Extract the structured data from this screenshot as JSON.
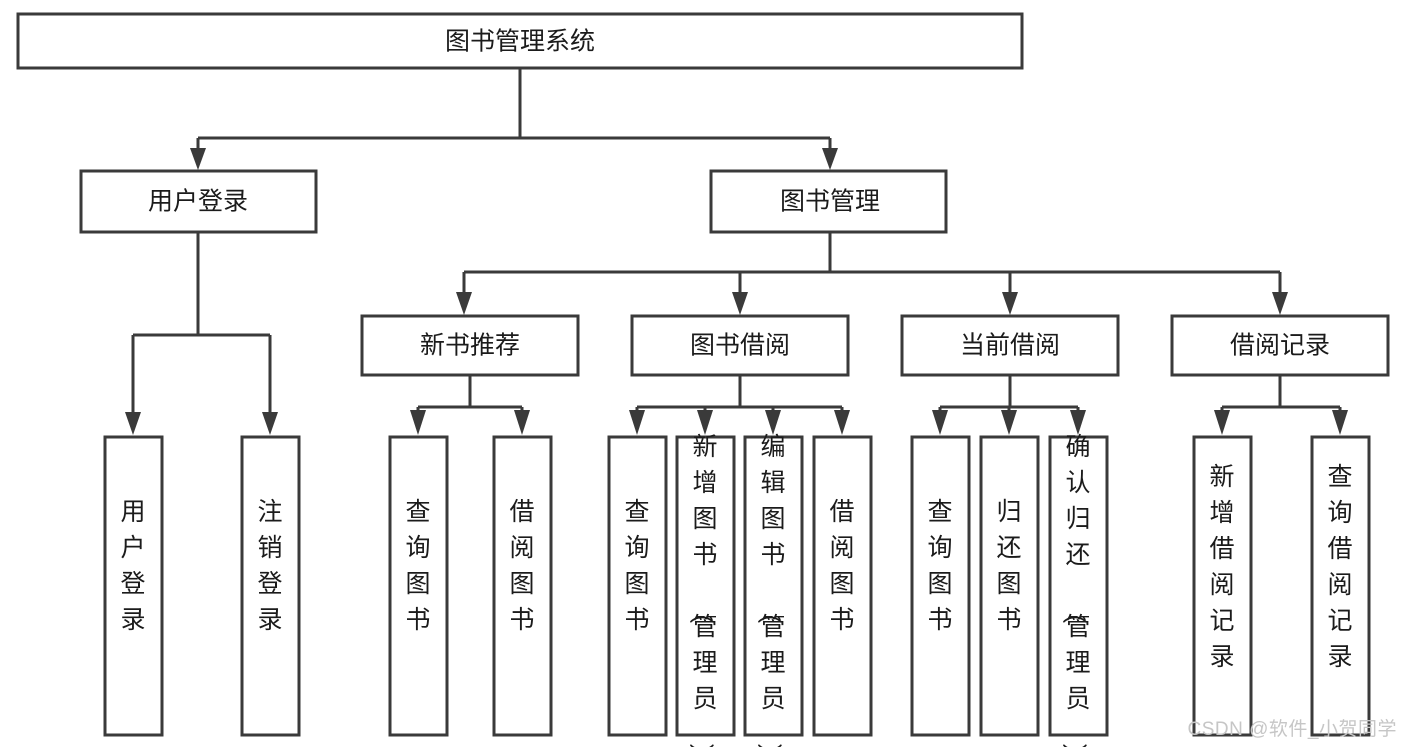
{
  "diagram": {
    "title": "图书管理系统",
    "type": "hierarchy-tree",
    "watermark": "CSDN @软件_小贺同学",
    "colors": {
      "box_stroke": "#3a3a3a",
      "box_fill": "#ffffff",
      "text": "#1b1b1b",
      "connector": "#3a3a3a",
      "watermark": "#c6c6c6",
      "background": "#ffffff"
    },
    "root": {
      "label": "图书管理系统"
    },
    "level2": [
      {
        "label": "用户登录"
      },
      {
        "label": "图书管理"
      }
    ],
    "level3": [
      {
        "label": "新书推荐",
        "parent": "图书管理"
      },
      {
        "label": "图书借阅",
        "parent": "图书管理"
      },
      {
        "label": "当前借阅",
        "parent": "图书管理"
      },
      {
        "label": "借阅记录",
        "parent": "图书管理"
      }
    ],
    "leaves": {
      "用户登录": [
        {
          "label": "用户登录"
        },
        {
          "label": "注销登录"
        }
      ],
      "新书推荐": [
        {
          "label": "查询图书"
        },
        {
          "label": "借阅图书"
        }
      ],
      "图书借阅": [
        {
          "label": "查询图书"
        },
        {
          "label": "新增图书（管理员）"
        },
        {
          "label": "编辑图书（管理员）"
        },
        {
          "label": "借阅图书"
        }
      ],
      "当前借阅": [
        {
          "label": "查询图书"
        },
        {
          "label": "归还图书"
        },
        {
          "label": "确认归还（管理员）"
        }
      ],
      "借阅记录": [
        {
          "label": "新增借阅记录"
        },
        {
          "label": "查询借阅记录"
        }
      ]
    }
  }
}
